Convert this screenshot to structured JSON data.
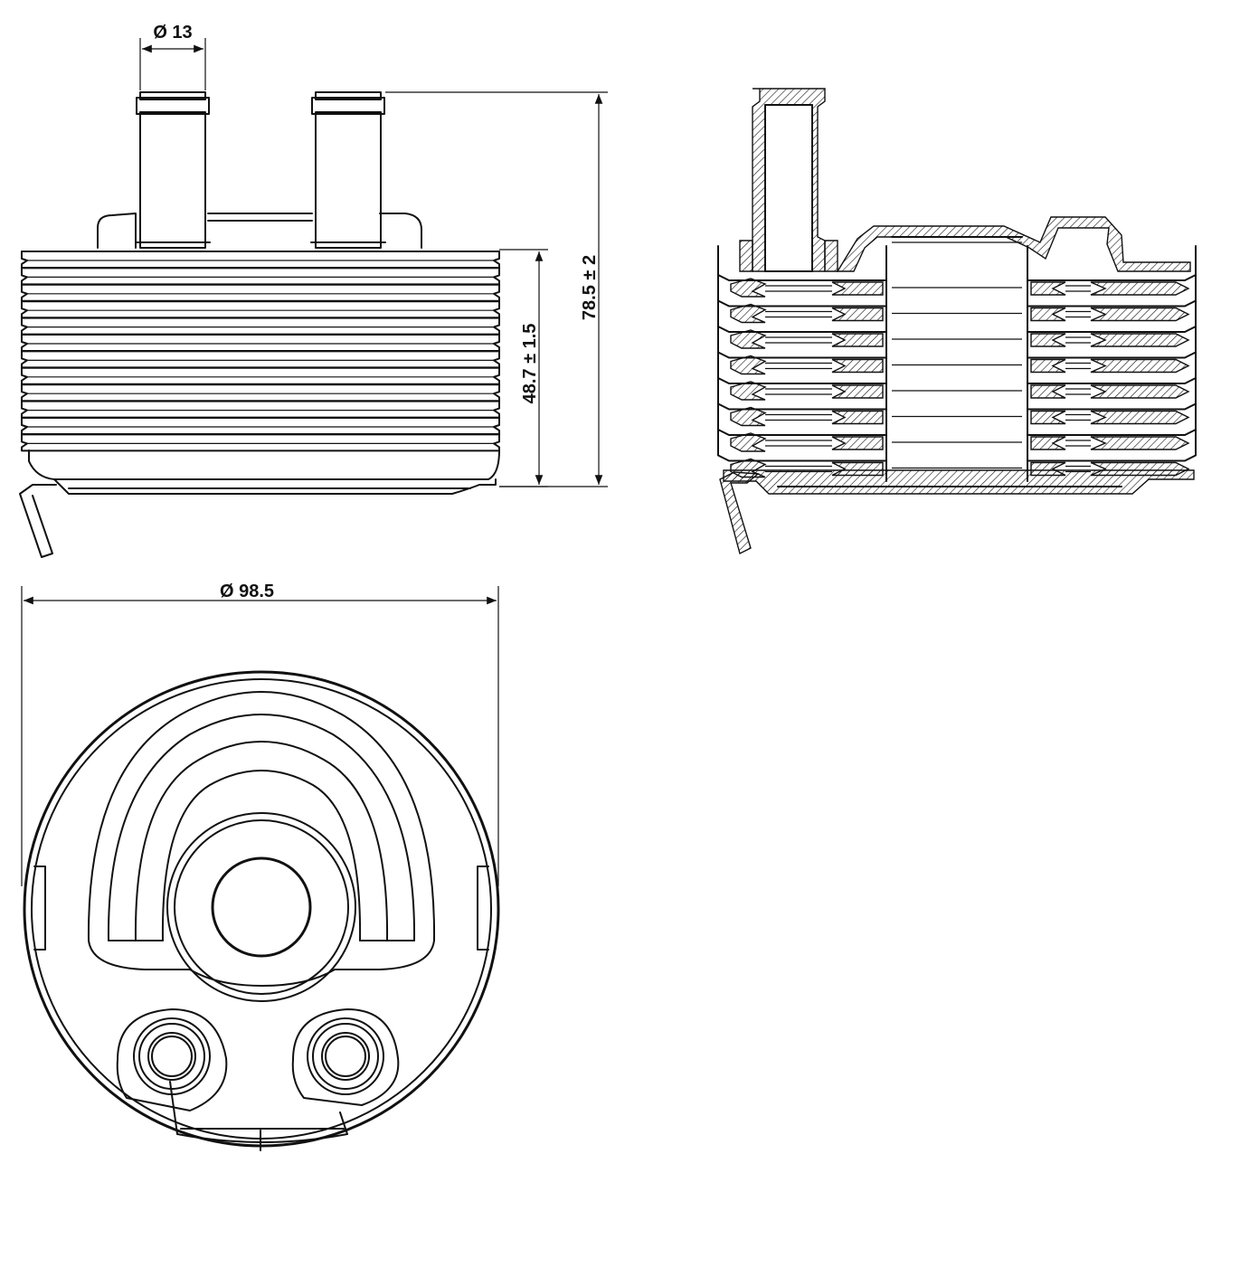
{
  "dimensions": {
    "tube_diameter": "Ø 13",
    "total_height": "78.5 ± 2",
    "core_height": "48.7 ± 1.5",
    "outer_diameter": "Ø 98.5"
  },
  "views": {
    "side_view": "side-elevation",
    "section_view": "cross-section",
    "bottom_view": "plan-view"
  },
  "colors": {
    "line": "#111111",
    "background": "#ffffff"
  }
}
